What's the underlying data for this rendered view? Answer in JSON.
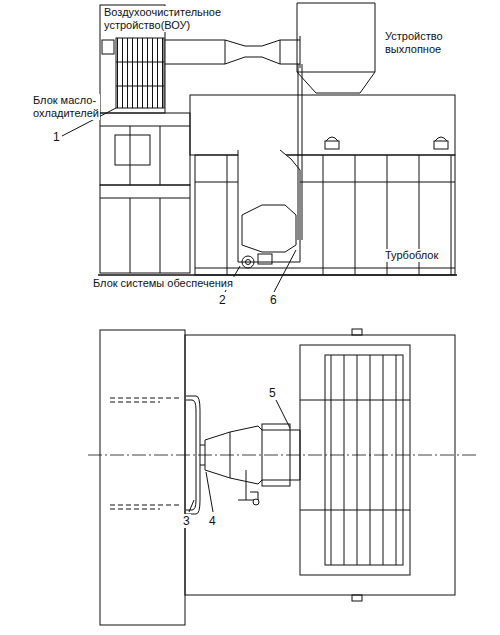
{
  "diagram": {
    "labels": [
      "Воздухоочистительное устройство(ВОУ)",
      "Устройство выхлопное",
      "1",
      "Блок масло- охладителей",
      "Блок системы обеспечения",
      "2",
      "6",
      "Турбоблок",
      "5",
      "3",
      "4"
    ]
  }
}
